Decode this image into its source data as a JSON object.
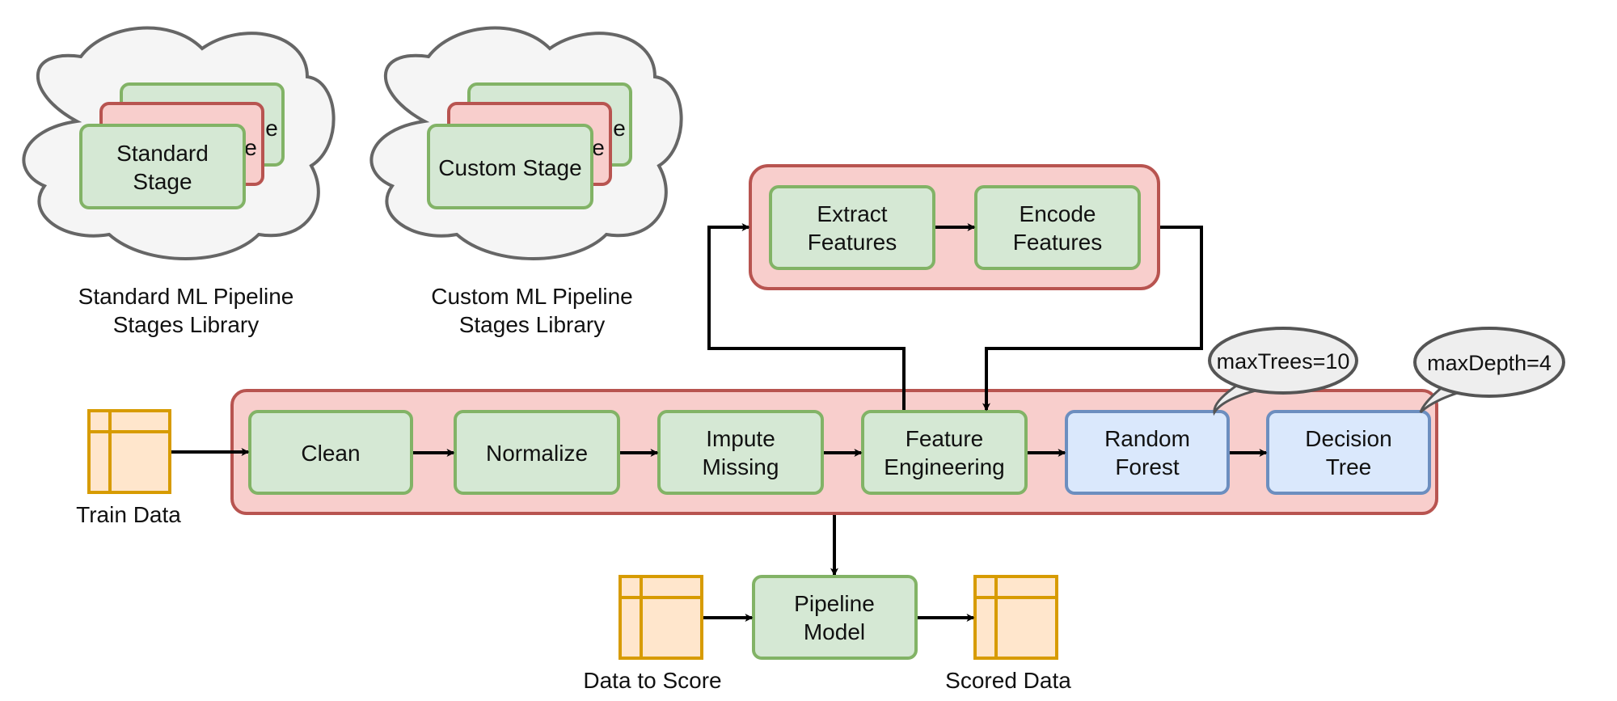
{
  "libraries": {
    "standard": {
      "card_label_lines": [
        "Standard",
        "Stage"
      ],
      "peek_label": "e",
      "caption_lines": [
        "Standard ML Pipeline",
        "Stages Library"
      ]
    },
    "custom": {
      "card_label_lines": [
        "Custom Stage"
      ],
      "peek_label": "e",
      "caption_lines": [
        "Custom ML Pipeline",
        "Stages Library"
      ]
    }
  },
  "sub_pipeline": {
    "stages": [
      {
        "lines": [
          "Extract",
          "Features"
        ]
      },
      {
        "lines": [
          "Encode",
          "Features"
        ]
      }
    ]
  },
  "pipeline": {
    "stages": [
      {
        "lines": [
          "Clean"
        ],
        "kind": "transformer"
      },
      {
        "lines": [
          "Normalize"
        ],
        "kind": "transformer"
      },
      {
        "lines": [
          "Impute",
          "Missing"
        ],
        "kind": "transformer"
      },
      {
        "lines": [
          "Feature",
          "Engineering"
        ],
        "kind": "transformer"
      },
      {
        "lines": [
          "Random",
          "Forest"
        ],
        "kind": "estimator"
      },
      {
        "lines": [
          "Decision",
          "Tree"
        ],
        "kind": "estimator"
      }
    ]
  },
  "callouts": {
    "random_forest": "maxTrees=10",
    "decision_tree": "maxDepth=4"
  },
  "data": {
    "train": "Train Data",
    "to_score": "Data to Score",
    "scored": "Scored Data"
  },
  "model": {
    "lines": [
      "Pipeline",
      "Model"
    ]
  },
  "colors": {
    "stage_fill": "#d5e8d4",
    "stage_stroke": "#82b366",
    "estimator_fill": "#dae8fc",
    "estimator_stroke": "#6c8ebf",
    "container_fill": "#f8cecc",
    "container_stroke": "#b85450",
    "data_fill": "#ffe6cc",
    "data_stroke": "#d79b00",
    "cloud_fill": "#f5f5f5",
    "cloud_stroke": "#666666",
    "callout_fill": "#eeeeee",
    "callout_stroke": "#555555",
    "arrow": "#000000"
  }
}
